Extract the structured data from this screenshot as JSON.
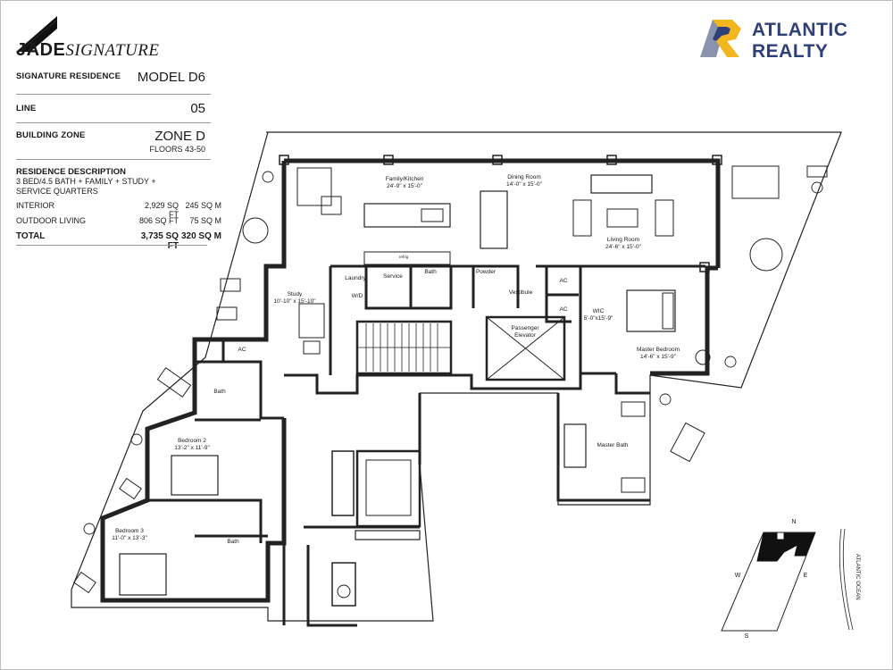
{
  "brand": {
    "name_bold": "JADE",
    "name_italic": "SIGNATURE"
  },
  "partner": {
    "line1": "ATLANTIC",
    "line2": "REALTY",
    "colors": {
      "blue": "#2f3f78",
      "yellow": "#f2b71f",
      "grey": "#8a93ad"
    }
  },
  "info": {
    "residence": {
      "label": "SIGNATURE RESIDENCE",
      "value": "MODEL D6"
    },
    "line": {
      "label": "LINE",
      "value": "05"
    },
    "zone": {
      "label": "BUILDING ZONE",
      "value": "ZONE D",
      "floors": "FLOORS 43-50"
    }
  },
  "description": {
    "heading": "RESIDENCE DESCRIPTION",
    "text_line1": "3 BED/4.5 BATH + FAMILY + STUDY +",
    "text_line2": "SERVICE QUARTERS",
    "interior": {
      "label": "INTERIOR",
      "sqft": "2,929 SQ FT",
      "sqm": "245 SQ M"
    },
    "outdoor": {
      "label": "OUTDOOR LIVING",
      "sqft": "806 SQ FT",
      "sqm": "75 SQ M"
    },
    "total": {
      "label": "TOTAL",
      "sqft": "3,735 SQ FT",
      "sqm": "320 SQ M"
    }
  },
  "rooms": {
    "family": {
      "name": "Family/Kitchen",
      "dims": "24'-9\" x 15'-0\""
    },
    "dining": {
      "name": "Dining Room",
      "dims": "14'-0\" x 15'-0\""
    },
    "living": {
      "name": "Living Room",
      "dims": "24'-6\" x 15'-0\""
    },
    "study": {
      "name": "Study",
      "dims": "10'-10\" x 15'-10\""
    },
    "laundry": "Laundry",
    "service": "Service",
    "bath_service": "Bath",
    "powder": "Powder",
    "wd": "W/D",
    "vestibule": "Vestibule",
    "ac1": "AC",
    "ac2": "AC",
    "ac3": "AC",
    "elevator_line1": "Passenger",
    "elevator_line2": "Elevator",
    "wic": {
      "name": "WIC",
      "dims": "5'-0\"x15'-9\""
    },
    "master": {
      "name": "Master Bedroom",
      "dims": "14'-6\" x 15'-9\""
    },
    "master_bath": "Master Bath",
    "bath1": "Bath",
    "bed2": {
      "name": "Bedroom 2",
      "dims": "13'-2\" x 11'-9\""
    },
    "bed3": {
      "name": "Bedroom 3",
      "dims": "11'-0\" x 13'-3\""
    },
    "bath3": "Bath",
    "fridge": "refrig"
  },
  "compass": {
    "n": "N",
    "s": "S",
    "e": "E",
    "w": "W",
    "ocean": "ATLANTIC OCEAN"
  }
}
